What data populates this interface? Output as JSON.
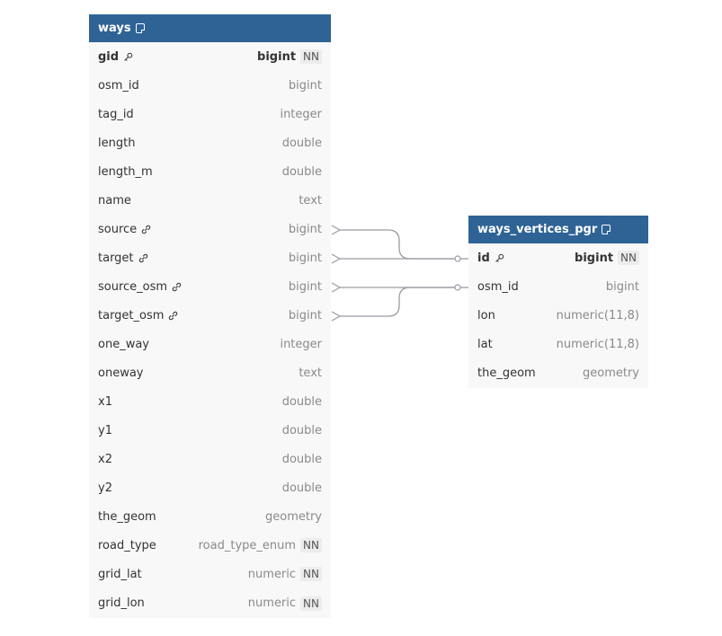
{
  "tables": {
    "ways": {
      "title": "ways",
      "columns": [
        {
          "name": "gid",
          "type": "bigint",
          "nn": "NN",
          "pk": true,
          "icon": "key-icon"
        },
        {
          "name": "osm_id",
          "type": "bigint"
        },
        {
          "name": "tag_id",
          "type": "integer"
        },
        {
          "name": "length",
          "type": "double"
        },
        {
          "name": "length_m",
          "type": "double"
        },
        {
          "name": "name",
          "type": "text"
        },
        {
          "name": "source",
          "type": "bigint",
          "icon": "link-icon"
        },
        {
          "name": "target",
          "type": "bigint",
          "icon": "link-icon"
        },
        {
          "name": "source_osm",
          "type": "bigint",
          "icon": "link-icon"
        },
        {
          "name": "target_osm",
          "type": "bigint",
          "icon": "link-icon"
        },
        {
          "name": "one_way",
          "type": "integer"
        },
        {
          "name": "oneway",
          "type": "text"
        },
        {
          "name": "x1",
          "type": "double"
        },
        {
          "name": "y1",
          "type": "double"
        },
        {
          "name": "x2",
          "type": "double"
        },
        {
          "name": "y2",
          "type": "double"
        },
        {
          "name": "the_geom",
          "type": "geometry"
        },
        {
          "name": "road_type",
          "type": "road_type_enum",
          "nn": "NN"
        },
        {
          "name": "grid_lat",
          "type": "numeric",
          "nn": "NN"
        },
        {
          "name": "grid_lon",
          "type": "numeric",
          "nn": "NN"
        }
      ]
    },
    "ways_vertices_pgr": {
      "title": "ways_vertices_pgr",
      "columns": [
        {
          "name": "id",
          "type": "bigint",
          "nn": "NN",
          "pk": true,
          "icon": "key-icon"
        },
        {
          "name": "osm_id",
          "type": "bigint"
        },
        {
          "name": "lon",
          "type": "numeric(11,8)"
        },
        {
          "name": "lat",
          "type": "numeric(11,8)"
        },
        {
          "name": "the_geom",
          "type": "geometry"
        }
      ]
    }
  },
  "relationships": [
    {
      "from": "ways.source",
      "to": "ways_vertices_pgr.id",
      "cardinality": "many-to-one"
    },
    {
      "from": "ways.target",
      "to": "ways_vertices_pgr.id",
      "cardinality": "many-to-one"
    },
    {
      "from": "ways.source_osm",
      "to": "ways_vertices_pgr.osm_id",
      "cardinality": "many-to-one"
    },
    {
      "from": "ways.target_osm",
      "to": "ways_vertices_pgr.osm_id",
      "cardinality": "many-to-one"
    }
  ],
  "colors": {
    "header": "#2f6396",
    "connector": "#9a9aa2"
  }
}
